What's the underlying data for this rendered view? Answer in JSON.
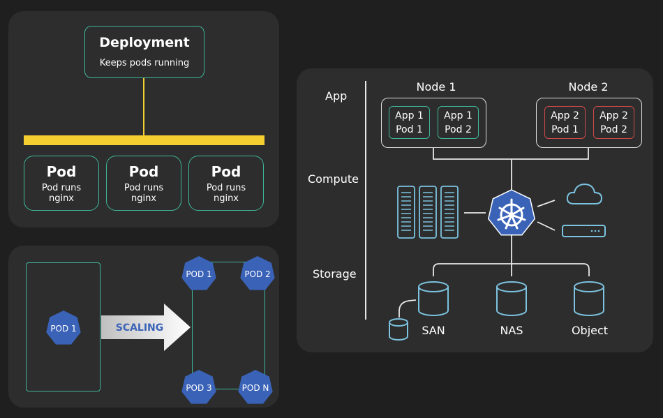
{
  "deployment": {
    "title": "Deployment",
    "subtitle": "Keeps pods running",
    "pods": [
      {
        "title": "Pod",
        "line1": "Pod runs",
        "line2": "nginx"
      },
      {
        "title": "Pod",
        "line1": "Pod runs",
        "line2": "nginx"
      },
      {
        "title": "Pod",
        "line1": "Pod runs",
        "line2": "nginx"
      }
    ]
  },
  "scaling": {
    "arrow_label": "SCALING",
    "source_pod": "POD 1",
    "scaled_pods": [
      "POD 1",
      "POD 2",
      "POD 3",
      "POD N"
    ]
  },
  "architecture": {
    "layers": {
      "app": "App",
      "compute": "Compute",
      "storage": "Storage"
    },
    "nodes": [
      {
        "label": "Node 1",
        "pods": [
          {
            "l1": "App 1",
            "l2": "Pod 1"
          },
          {
            "l1": "App 1",
            "l2": "Pod 2"
          }
        ]
      },
      {
        "label": "Node 2",
        "pods": [
          {
            "l1": "App 2",
            "l2": "Pod 1"
          },
          {
            "l1": "App 2",
            "l2": "Pod 2"
          }
        ]
      }
    ],
    "storage": {
      "san": "SAN",
      "nas": "NAS",
      "object": "Object"
    }
  },
  "colors": {
    "accent_teal": "#3fb79a",
    "accent_red": "#d04a4a",
    "bar_yellow": "#f5cf2f",
    "k8s_blue": "#3a63b8",
    "line_blue": "#7cc3e0"
  }
}
